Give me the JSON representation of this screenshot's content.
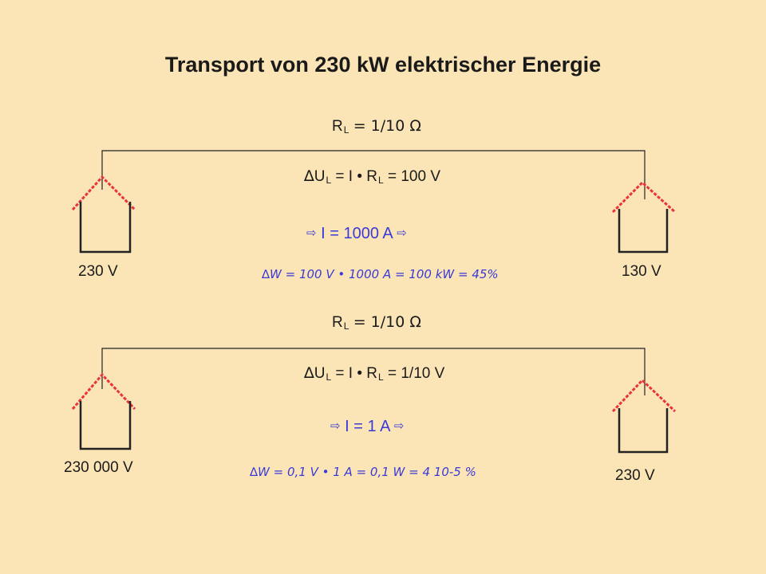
{
  "title": "Transport von 230 kW elektrischer Energie",
  "colors": {
    "background": "#fbe5b6",
    "roof": "#e8333a",
    "accent": "#3a3ad8",
    "line": "#222222"
  },
  "arrow_icon": "⇨",
  "scenario1": {
    "resistance": {
      "symbol": "R",
      "subscript": "L",
      "value": "= 1/10 Ω"
    },
    "voltage_drop": {
      "delta": "∆",
      "u": "U",
      "u_sub": "L",
      "mid": "= I • R",
      "r_sub": "L",
      "value": "= 100 V"
    },
    "current": "I = 1000 A",
    "source_voltage": "230 V",
    "load_voltage": "130 V",
    "power_loss": "∆W = 100 V • 1000 A = 100 kW = 45%"
  },
  "scenario2": {
    "resistance": {
      "symbol": "R",
      "subscript": "L",
      "value": "= 1/10 Ω"
    },
    "voltage_drop": {
      "delta": "∆",
      "u": "U",
      "u_sub": "L",
      "mid": "= I • R",
      "r_sub": "L",
      "value": "= 1/10 V"
    },
    "current": "I = 1 A",
    "source_voltage": "230 000 V",
    "load_voltage": "230 V",
    "power_loss": "∆W = 0,1 V • 1 A = 0,1 W = 4 10-5 %"
  }
}
